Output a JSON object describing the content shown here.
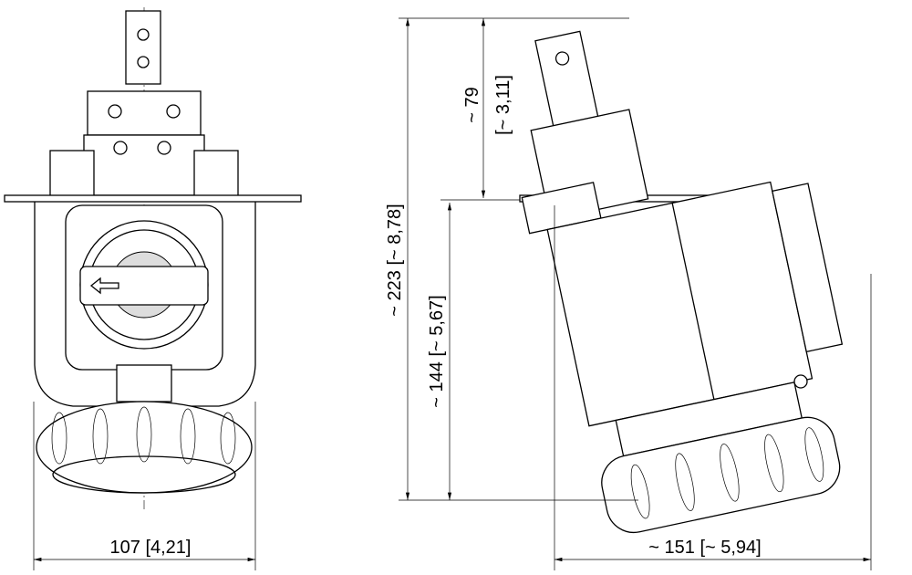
{
  "dimensions": {
    "front_width": "107 [4,21]",
    "side_width": "~ 151 [~ 5,94]",
    "total_height": "~ 223 [~ 8,78]",
    "lower_height": "~ 144 [~ 5,67]",
    "upper_height_mm": "~ 79",
    "upper_height_in": "[~ 3,11]"
  }
}
